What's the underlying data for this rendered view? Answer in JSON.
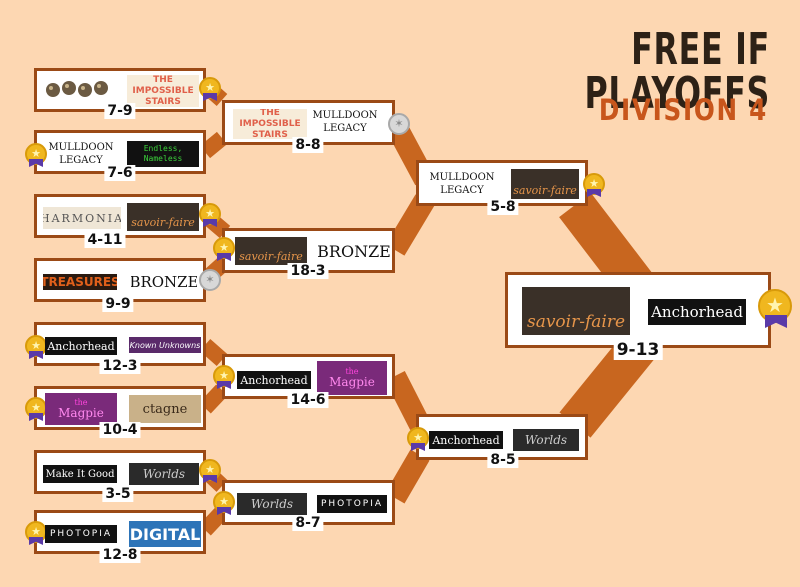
{
  "header": {
    "title_part1": "FREE IF ",
    "title_part2": "PLAYOFFS",
    "division": "DIVISION 4"
  },
  "colors": {
    "background": "#fdd7b2",
    "bracket": "#c8661f",
    "border": "#9b4a16",
    "division_text": "#c8561c",
    "gold_medal": "#f0b71f",
    "silver_medal": "#d8d8d8",
    "ribbon": "#5a3aa8"
  },
  "games": {
    "impossible_stairs": "THE IMPOSSIBLE STAIRS",
    "mulldoon": "MULLDOON LEGACY",
    "endless": "Endless, Nameless",
    "harmonia": "HARMONIA",
    "savoir": "savoir-faire",
    "treasures": "TREASURES",
    "bronze": "BRONZE",
    "anchorhead": "Anchorhead",
    "known_unknowns": "Known Unknowns",
    "magpie_small": "the",
    "magpie": "Magpie",
    "ctagne": "ctagne",
    "make_it_good": "Make It Good",
    "worlds": "Worlds",
    "photopia": "PHOTOPIA",
    "digital": "DIGITAL"
  },
  "scores": {
    "r1m1": "7-9",
    "r1m2": "7-6",
    "r1m3": "4-11",
    "r1m4": "9-9",
    "r1m5": "12-3",
    "r1m6": "10-4",
    "r1m7": "3-5",
    "r1m8": "12-8",
    "r2m1": "8-8",
    "r2m2": "18-3",
    "r2m3": "14-6",
    "r2m4": "8-7",
    "r3m1": "5-8",
    "r3m2": "8-5",
    "final": "9-13"
  },
  "icons": {
    "medal": "medal-icon",
    "bolt": "bolt-icon"
  }
}
